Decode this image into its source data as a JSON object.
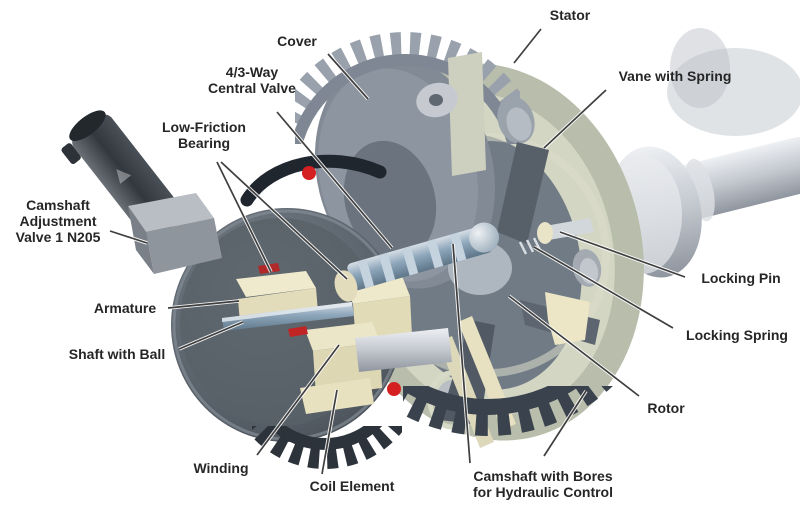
{
  "diagram": {
    "type": "technical-cutaway-illustration",
    "subject": "camshaft-adjuster-assembly",
    "labels": {
      "stator": "Stator",
      "cover": "Cover",
      "central_valve": "4/3-Way\nCentral Valve",
      "vane_with_spring": "Vane with Spring",
      "low_friction_bearing": "Low-Friction\nBearing",
      "camshaft_adjustment_valve": "Camshaft\nAdjustment\nValve 1 N205",
      "armature": "Armature",
      "shaft_with_ball": "Shaft with Ball",
      "winding": "Winding",
      "coil_element": "Coil Element",
      "camshaft_bores": "Camshaft with Bores\nfor Hydraulic Control",
      "rotor": "Rotor",
      "locking_pin": "Locking Pin",
      "locking_spring": "Locking Spring"
    },
    "colors": {
      "background": "#ffffff",
      "label_text": "#262626",
      "leader_line": "#3f3f3f",
      "red_accent": "#d42020",
      "cream_part": "#e7e1c1",
      "sage_stator": "#ced1bf",
      "steel_blue": "#8da6ba",
      "dark_housing": "#4a525b"
    }
  }
}
